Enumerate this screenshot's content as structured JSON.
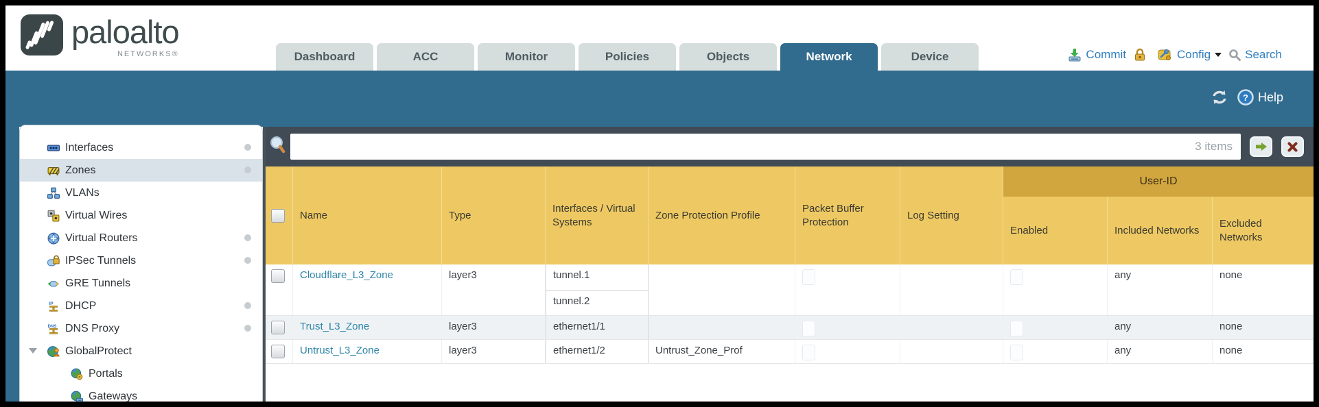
{
  "header": {
    "logo": {
      "brand": "paloalto",
      "sub": "NETWORKS®"
    },
    "tabs": [
      {
        "label": "Dashboard",
        "active": false
      },
      {
        "label": "ACC",
        "active": false
      },
      {
        "label": "Monitor",
        "active": false
      },
      {
        "label": "Policies",
        "active": false
      },
      {
        "label": "Objects",
        "active": false
      },
      {
        "label": "Network",
        "active": true
      },
      {
        "label": "Device",
        "active": false
      }
    ],
    "utility": {
      "commit_label": "Commit",
      "config_label": "Config",
      "search_label": "Search",
      "icons": [
        "commit-icon",
        "lock-icon",
        "config-icon",
        "caret-down-icon",
        "search-icon"
      ]
    }
  },
  "band": {
    "help_label": "Help",
    "icons": [
      "refresh-icon",
      "help-icon"
    ]
  },
  "sidebar": {
    "items": [
      {
        "label": "Interfaces",
        "icon": "interfaces-icon",
        "dot": true,
        "selected": false
      },
      {
        "label": "Zones",
        "icon": "zones-icon",
        "dot": true,
        "selected": true
      },
      {
        "label": "VLANs",
        "icon": "vlans-icon",
        "dot": false
      },
      {
        "label": "Virtual Wires",
        "icon": "virtual-wires-icon",
        "dot": false
      },
      {
        "label": "Virtual Routers",
        "icon": "virtual-routers-icon",
        "dot": true
      },
      {
        "label": "IPSec Tunnels",
        "icon": "ipsec-tunnels-icon",
        "dot": true
      },
      {
        "label": "GRE Tunnels",
        "icon": "gre-tunnels-icon",
        "dot": false
      },
      {
        "label": "DHCP",
        "icon": "dhcp-icon",
        "dot": true
      },
      {
        "label": "DNS Proxy",
        "icon": "dns-proxy-icon",
        "dot": true
      },
      {
        "label": "GlobalProtect",
        "icon": "globalprotect-icon",
        "dot": false,
        "expanded": true
      },
      {
        "label": "Portals",
        "icon": "portals-icon",
        "dot": false,
        "child": true
      },
      {
        "label": "Gateways",
        "icon": "gateways-icon",
        "dot": false,
        "child": true
      }
    ]
  },
  "search": {
    "value": "",
    "count_label": "3 items"
  },
  "table": {
    "group_header": "User-ID",
    "columns": [
      "Name",
      "Type",
      "Interfaces / Virtual Systems",
      "Zone Protection Profile",
      "Packet Buffer Protection",
      "Log Setting",
      "Enabled",
      "Included Networks",
      "Excluded Networks"
    ],
    "rows": [
      {
        "name": "Cloudflare_L3_Zone",
        "type": "layer3",
        "interfaces": [
          "tunnel.1",
          "tunnel.2"
        ],
        "zone_protection_profile": "",
        "log_setting": "",
        "included_networks": "any",
        "excluded_networks": "none"
      },
      {
        "name": "Trust_L3_Zone",
        "type": "layer3",
        "interfaces": [
          "ethernet1/1"
        ],
        "zone_protection_profile": "",
        "log_setting": "",
        "included_networks": "any",
        "excluded_networks": "none"
      },
      {
        "name": "Untrust_L3_Zone",
        "type": "layer3",
        "interfaces": [
          "ethernet1/2"
        ],
        "zone_protection_profile": "Untrust_Zone_Prof",
        "log_setting": "",
        "included_networks": "any",
        "excluded_networks": "none"
      }
    ]
  },
  "colors": {
    "teal": "#316b8e",
    "dark_slate": "#414b55",
    "gold_header": "#eec963",
    "gold_band": "#d2a63e",
    "link_blue": "#2e86a8",
    "utility_blue": "#2e7ec0",
    "row_alt": "#eef2f5",
    "sidebar_selected": "#d8e2e8"
  }
}
